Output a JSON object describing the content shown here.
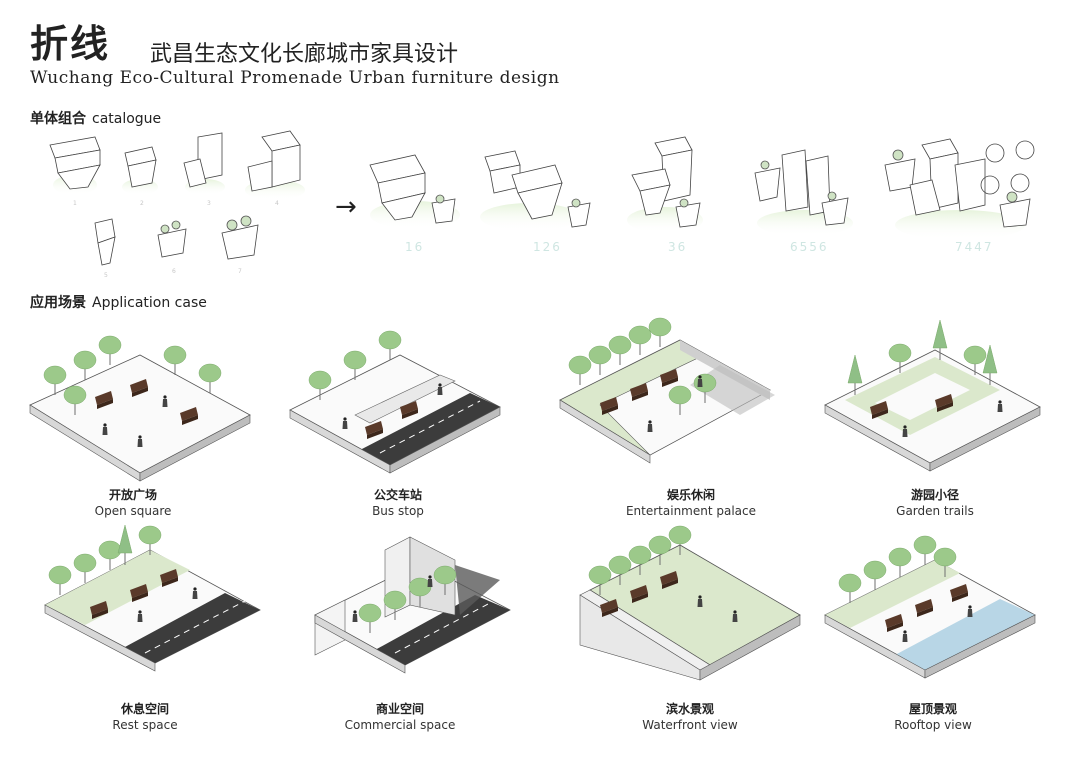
{
  "header": {
    "brand": "折线",
    "title_cn": "武昌生态文化长廊城市家具设计",
    "title_en": "Wuchang Eco-Cultural Promenade Urban furniture design"
  },
  "catalogue": {
    "heading_cn": "单体组合",
    "heading_en": "catalogue",
    "unit_numbers": [
      "1",
      "2",
      "3",
      "4",
      "5",
      "6",
      "7"
    ],
    "arrow": "→",
    "combinations": [
      "16",
      "126",
      "36",
      "6556",
      "7447"
    ]
  },
  "application": {
    "heading_cn": "应用场景",
    "heading_en": "Application case",
    "cases": [
      {
        "cn": "开放广场",
        "en": "Open square"
      },
      {
        "cn": "公交车站",
        "en": "Bus stop"
      },
      {
        "cn": "娱乐休闲",
        "en": "Entertainment palace"
      },
      {
        "cn": "游园小径",
        "en": "Garden trails"
      },
      {
        "cn": "休息空间",
        "en": "Rest space"
      },
      {
        "cn": "商业空间",
        "en": "Commercial space"
      },
      {
        "cn": "滨水景观",
        "en": "Waterfront view"
      },
      {
        "cn": "屋顶景观",
        "en": "Rooftop view"
      }
    ]
  },
  "colors": {
    "tree": "#9cc98a",
    "lawn": "#dbe8cc",
    "furniture": "#5a3a2a",
    "road": "#3c3c3c",
    "water": "#b8d6e6",
    "combo_numbers": "#cfe6e2"
  }
}
